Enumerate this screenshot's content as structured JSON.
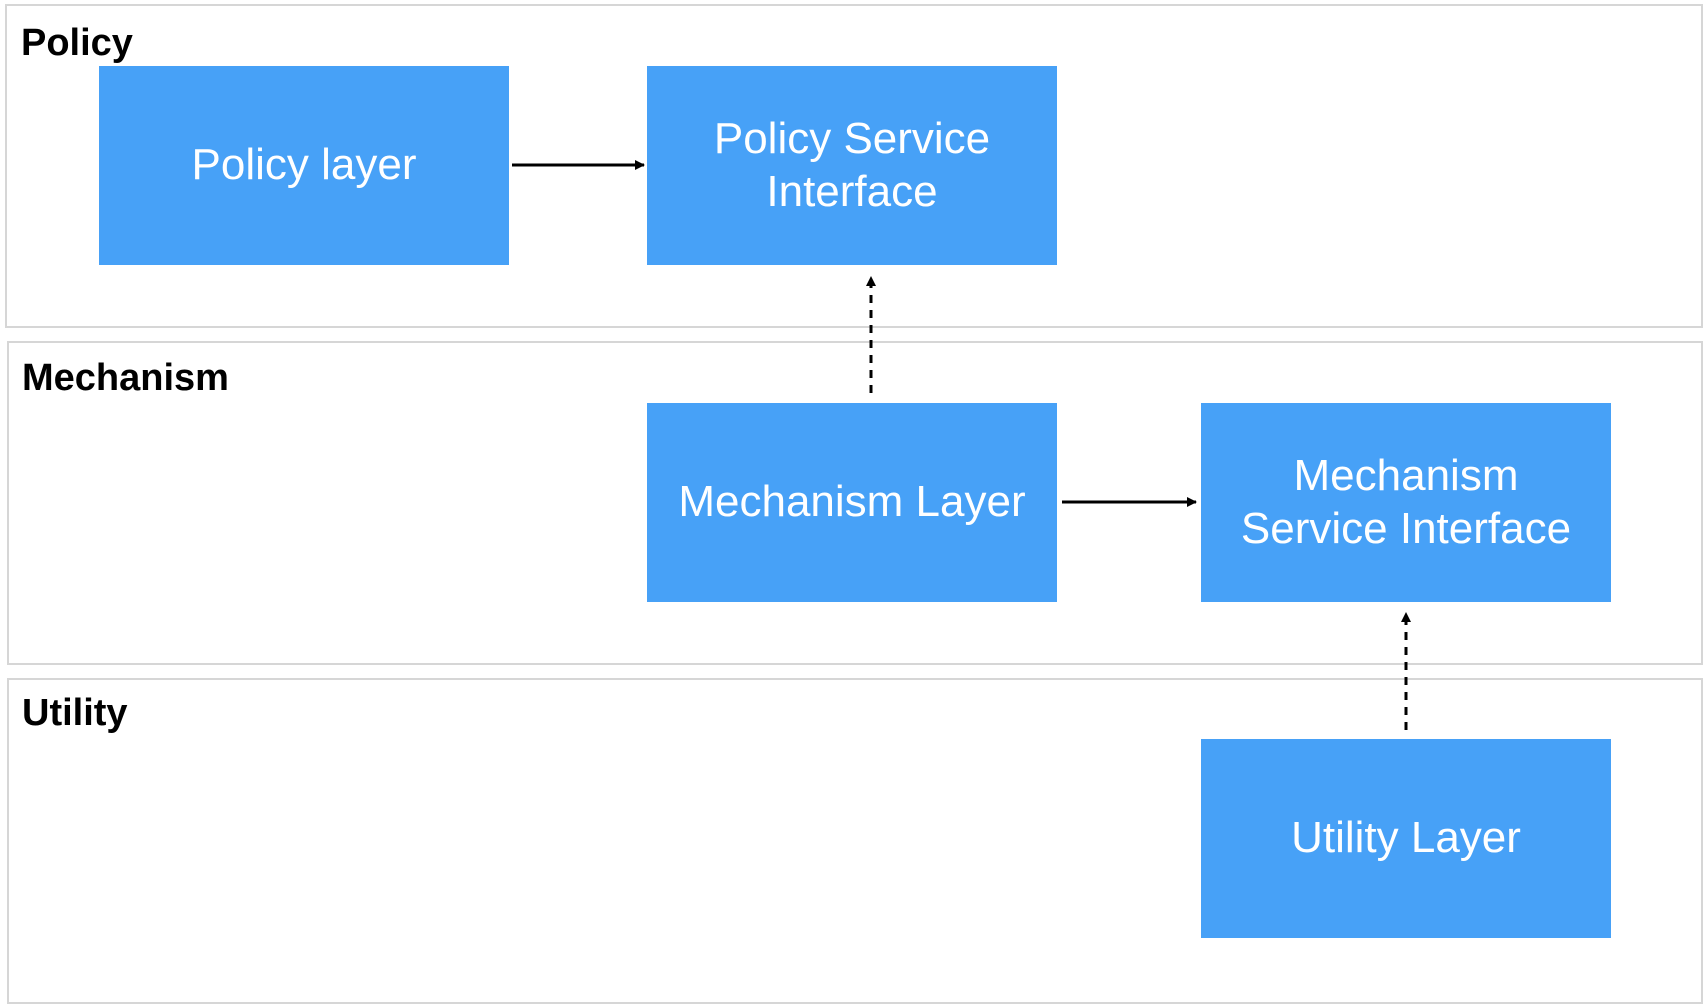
{
  "lanes": {
    "policy": {
      "title": "Policy"
    },
    "mechanism": {
      "title": "Mechanism"
    },
    "utility": {
      "title": "Utility"
    }
  },
  "nodes": {
    "policy_layer": {
      "label_lines": [
        "Policy layer"
      ]
    },
    "policy_service_interface": {
      "label_lines": [
        "Policy Service",
        "Interface"
      ]
    },
    "mechanism_layer": {
      "label_lines": [
        "Mechanism Layer"
      ]
    },
    "mechanism_service_interface": {
      "label_lines": [
        "Mechanism",
        "Service Interface"
      ]
    },
    "utility_layer": {
      "label_lines": [
        "Utility Layer"
      ]
    }
  },
  "edges": [
    {
      "from": "policy_layer",
      "to": "policy_service_interface",
      "style": "solid"
    },
    {
      "from": "mechanism_layer",
      "to": "policy_service_interface",
      "style": "dashed"
    },
    {
      "from": "mechanism_layer",
      "to": "mechanism_service_interface",
      "style": "solid"
    },
    {
      "from": "utility_layer",
      "to": "mechanism_service_interface",
      "style": "dashed"
    }
  ],
  "colors": {
    "node_fill": "#47a1f7",
    "node_text": "#ffffff",
    "lane_border": "#d6d6d6",
    "arrow": "#000000"
  }
}
